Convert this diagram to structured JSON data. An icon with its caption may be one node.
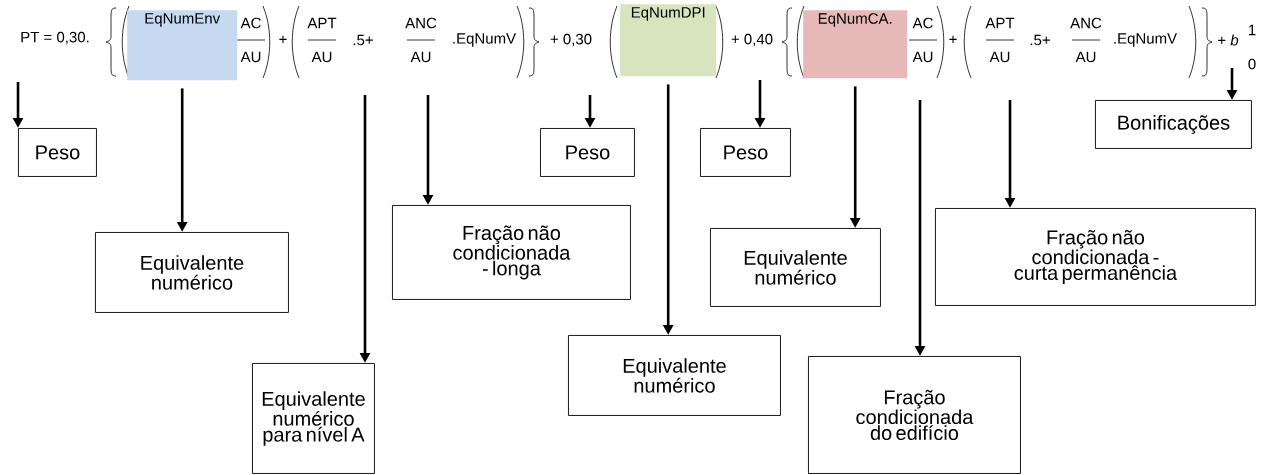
{
  "diagram": {
    "nodes": [
      {
        "text": [
          "EqNumEnv"
        ]
      },
      {
        "text": [
          "EqNumDPI"
        ]
      },
      {
        "text": [
          "EqNumCA."
        ]
      },
      {
        "text": [
          "Peso"
        ]
      },
      {
        "text": [
          "Bonificações"
        ]
      },
      {
        "text": [
          "Peso"
        ]
      },
      {
        "text": [
          "Peso"
        ]
      },
      {
        "text": [
          "Equivalente numérico"
        ]
      },
      {
        "text": [
          "Fração não condicionada - longa"
        ]
      },
      {
        "text": [
          "Equivalente numérico"
        ]
      },
      {
        "text": [
          "Fração não condicionada - curta permanência"
        ]
      },
      {
        "text": [
          "Equivalente numérico para nível A"
        ]
      },
      {
        "text": [
          "Equivalente numérico"
        ]
      },
      {
        "text": [
          "Fração condicionada do edifício"
        ]
      }
    ],
    "edges": [
      {
        "from": null,
        "to": 3,
        "arrow": "to"
      },
      {
        "from": 0,
        "to": 7,
        "arrow": "to"
      },
      {
        "from": null,
        "to": 11,
        "arrow": "to"
      },
      {
        "from": null,
        "to": 8,
        "arrow": "to"
      },
      {
        "from": null,
        "to": 5,
        "arrow": "to"
      },
      {
        "from": 1,
        "to": 12,
        "arrow": "to"
      },
      {
        "from": null,
        "to": 6,
        "arrow": "to"
      },
      {
        "from": 2,
        "to": 9,
        "arrow": "to"
      },
      {
        "from": null,
        "to": 13,
        "arrow": "to"
      },
      {
        "from": null,
        "to": 10,
        "arrow": "to"
      },
      {
        "from": null,
        "to": 4,
        "arrow": "to"
      }
    ],
    "labels": [
      "PT = 0,30.",
      "AC",
      "AU",
      "+",
      "APT",
      "AU",
      ".5+",
      "ANC",
      "AU",
      ".EqNumV",
      "+ 0,30",
      "+ 0,40",
      "AC",
      "AU",
      "+",
      "APT",
      "AU",
      ".5+",
      "ANC",
      "AU",
      ".EqNumV",
      "+ *b*",
      "1",
      "0"
    ]
  }
}
